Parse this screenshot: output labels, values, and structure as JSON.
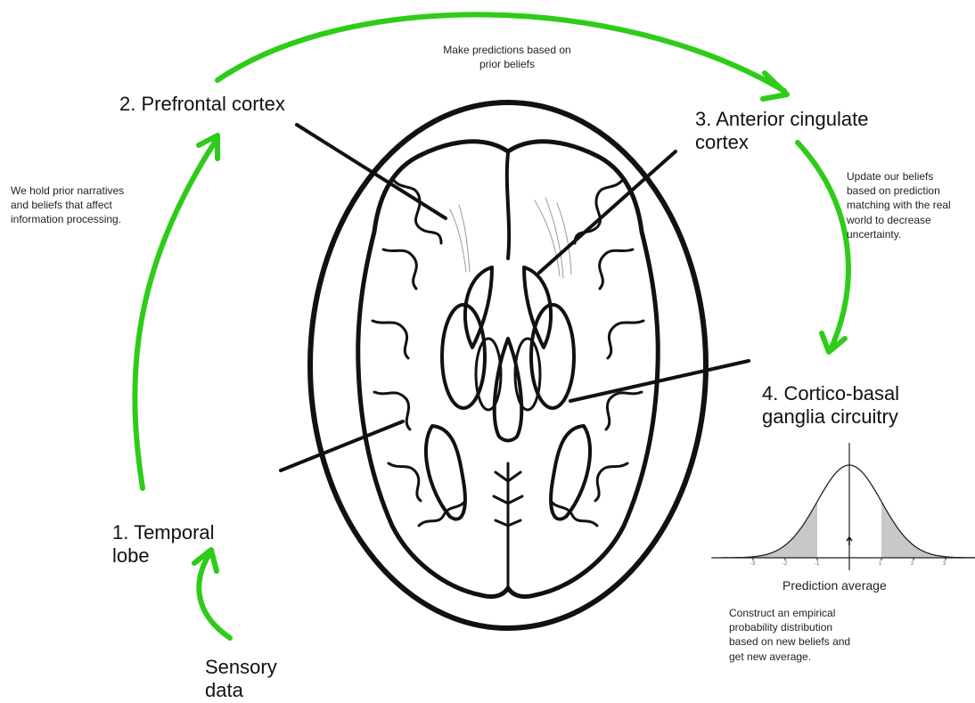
{
  "regions": {
    "temporal": [
      "1.  Temporal",
      "lobe"
    ],
    "prefrontal": "2. Prefrontal cortex",
    "cingulate": [
      "3. Anterior cingulate",
      "cortex"
    ],
    "basal": [
      "4. Cortico-basal",
      "ganglia circuitry"
    ],
    "sensory": [
      "Sensory",
      "data"
    ]
  },
  "notes": {
    "prior": [
      "We hold prior narratives",
      "and beliefs that affect",
      "information processing."
    ],
    "predict": [
      "Make predictions based on",
      "prior beliefs"
    ],
    "update": [
      "Update our beliefs",
      "based on prediction",
      "matching with the real",
      "world to decrease",
      "uncertainty."
    ],
    "construct": [
      "Construct an empirical",
      "probability distribution",
      "based on new beliefs and",
      "get new average."
    ]
  },
  "distribution": {
    "xlabel": "Prediction average",
    "ticks": [
      "-3",
      "-2",
      "-1",
      "1",
      "2",
      "3"
    ]
  },
  "colors": {
    "arrow": "#2ecc18",
    "ink": "#111111",
    "shade": "#c8c8c8"
  }
}
